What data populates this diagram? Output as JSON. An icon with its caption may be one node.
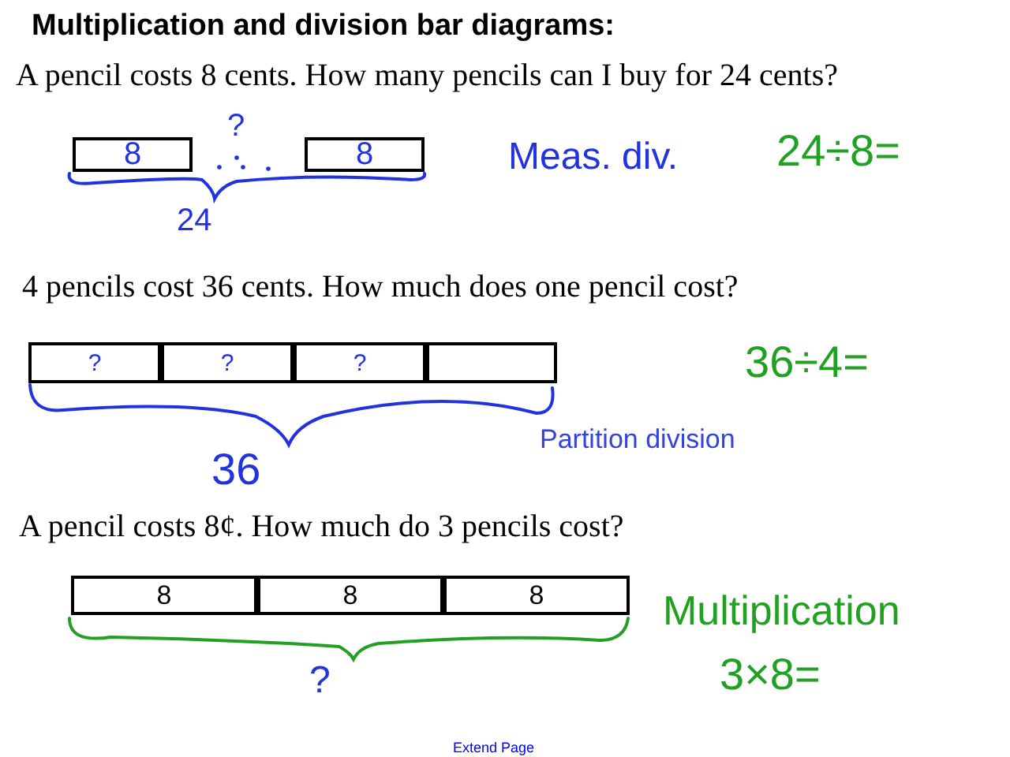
{
  "diagram": {
    "title": "Multiplication and division bar diagrams:",
    "nodes": [
      {
        "text": [
          "8"
        ]
      },
      {
        "text": [
          "8"
        ]
      },
      {
        "text": [
          "?"
        ]
      },
      {
        "text": [
          "?"
        ]
      },
      {
        "text": [
          "?"
        ]
      },
      {
        "text": [],
        "shape": "box"
      },
      {
        "text": [
          "8"
        ]
      },
      {
        "text": [
          "8"
        ]
      },
      {
        "text": [
          "8"
        ]
      }
    ],
    "labels": [
      "A pencil costs 8 cents. How many pencils can I buy for 24 cents?",
      "?",
      "Meas. div.",
      "24÷8=",
      "24",
      "4 pencils cost 36 cents. How much does one pencil cost?",
      "36÷4=",
      "Partition division",
      "36",
      "A pencil costs 8¢. How much do 3 pencils cost?",
      "Multiplication",
      "3×8=",
      "?",
      "Extend Page"
    ]
  }
}
